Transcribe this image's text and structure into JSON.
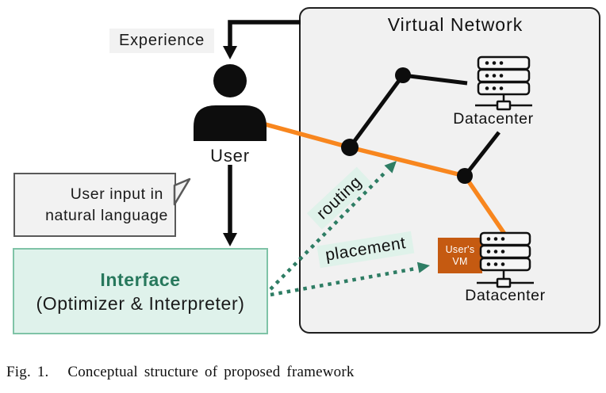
{
  "diagram": {
    "experience_label": "Experience",
    "user_label": "User",
    "speech_bubble": {
      "line1": "User input in",
      "line2": "natural language"
    },
    "interface_box": {
      "title": "Interface",
      "subtitle": "(Optimizer & Interpreter)"
    },
    "virtual_network": {
      "title": "Virtual Network",
      "routing_label": "routing",
      "placement_label": "placement",
      "vm_box": {
        "line1": "User's",
        "line2": "VM"
      },
      "datacenter_top_label": "Datacenter",
      "datacenter_bottom_label": "Datacenter"
    }
  },
  "caption": "Fig. 1.   Conceptual structure of proposed framework",
  "icons": {
    "user": "person-silhouette-icon",
    "datacenter": "server-stack-icon",
    "network_node": "black-dot-node"
  },
  "colors": {
    "orange_link": "#F8861E",
    "vm_fill": "#C55A11",
    "teal_arrow": "#2E7D64",
    "interface_fill": "#DFF2EB",
    "interface_border": "#7FC3A7",
    "interface_title_text": "#27785C",
    "mint_label_bg": "#DFF2EA",
    "panel_gray": "#F1F1F1",
    "label_gray": "#F2F2F2",
    "bubble_border": "#595959",
    "black_ink": "#0d0d0d"
  }
}
